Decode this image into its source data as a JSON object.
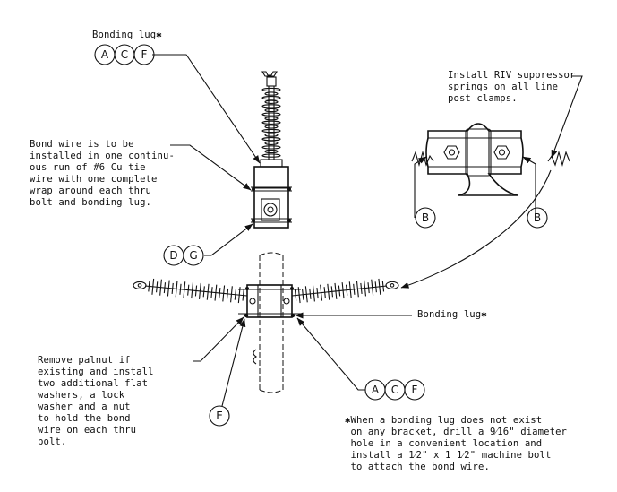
{
  "notes": {
    "bonding_lug_top": "Bonding lug✱",
    "riv_springs": "Install RIV suppressor\nsprings on all line\npost clamps.",
    "bond_wire": "Bond wire is to be\ninstalled in one continu-\nous run of #6 Cu tie\nwire with one complete\nwrap around each thru\nbolt and bonding lug.",
    "bonding_lug_mid": "Bonding lug✱",
    "palnut": "Remove palnut if\nexisting and install\ntwo additional flat\nwashers, a lock\nwasher and a nut\nto hold the bond\nwire on each thru\nbolt.",
    "footnote": "✱When a bonding lug does not exist\n on any bracket, drill a 9⁄16\" diameter\n hole in a convenient location and\n install a 1⁄2\" x 1 1⁄2\" machine bolt\n to attach the bond wire."
  },
  "callouts": {
    "acf_top": [
      "A",
      "C",
      "F"
    ],
    "dg": [
      "D",
      "G"
    ],
    "b_left": [
      "B"
    ],
    "b_right": [
      "B"
    ],
    "acf_bottom": [
      "A",
      "C",
      "F"
    ],
    "e": [
      "E"
    ]
  }
}
